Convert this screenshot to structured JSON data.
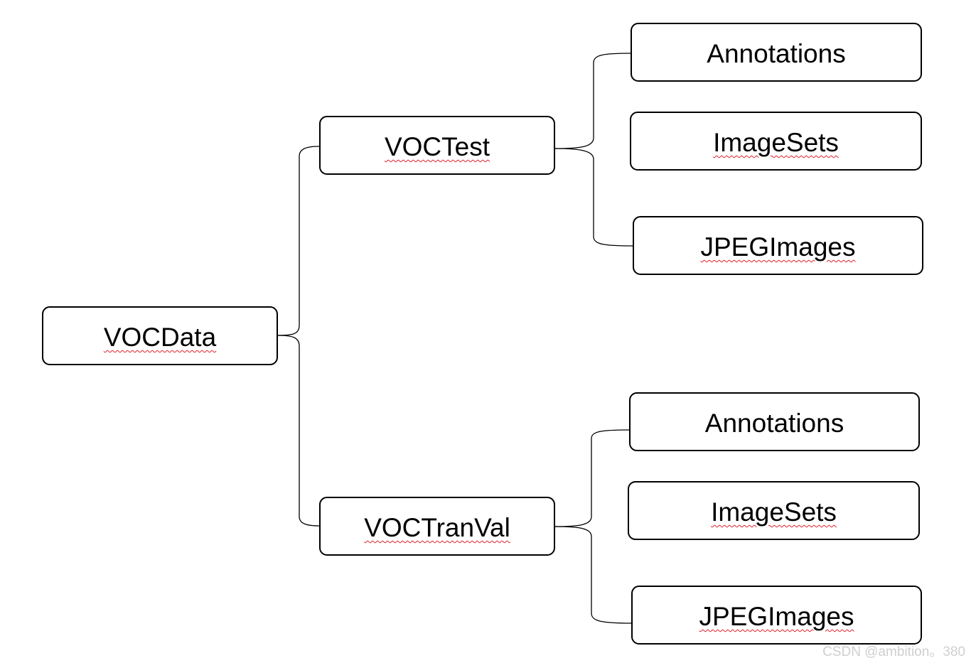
{
  "diagram": {
    "root": {
      "label": "VOCData"
    },
    "branches": [
      {
        "label": "VOCTest",
        "children": [
          "Annotations",
          "ImageSets",
          "JPEGImages"
        ]
      },
      {
        "label": "VOCTranVal",
        "children": [
          "Annotations",
          "ImageSets",
          "JPEGImages"
        ]
      }
    ]
  },
  "colors": {
    "border": "#000000",
    "connector": "#000000",
    "text": "#000000",
    "spellcheck_underline": "#e0202a",
    "watermark": "#cfcfcf"
  },
  "watermark": "CSDN @ambition。380"
}
